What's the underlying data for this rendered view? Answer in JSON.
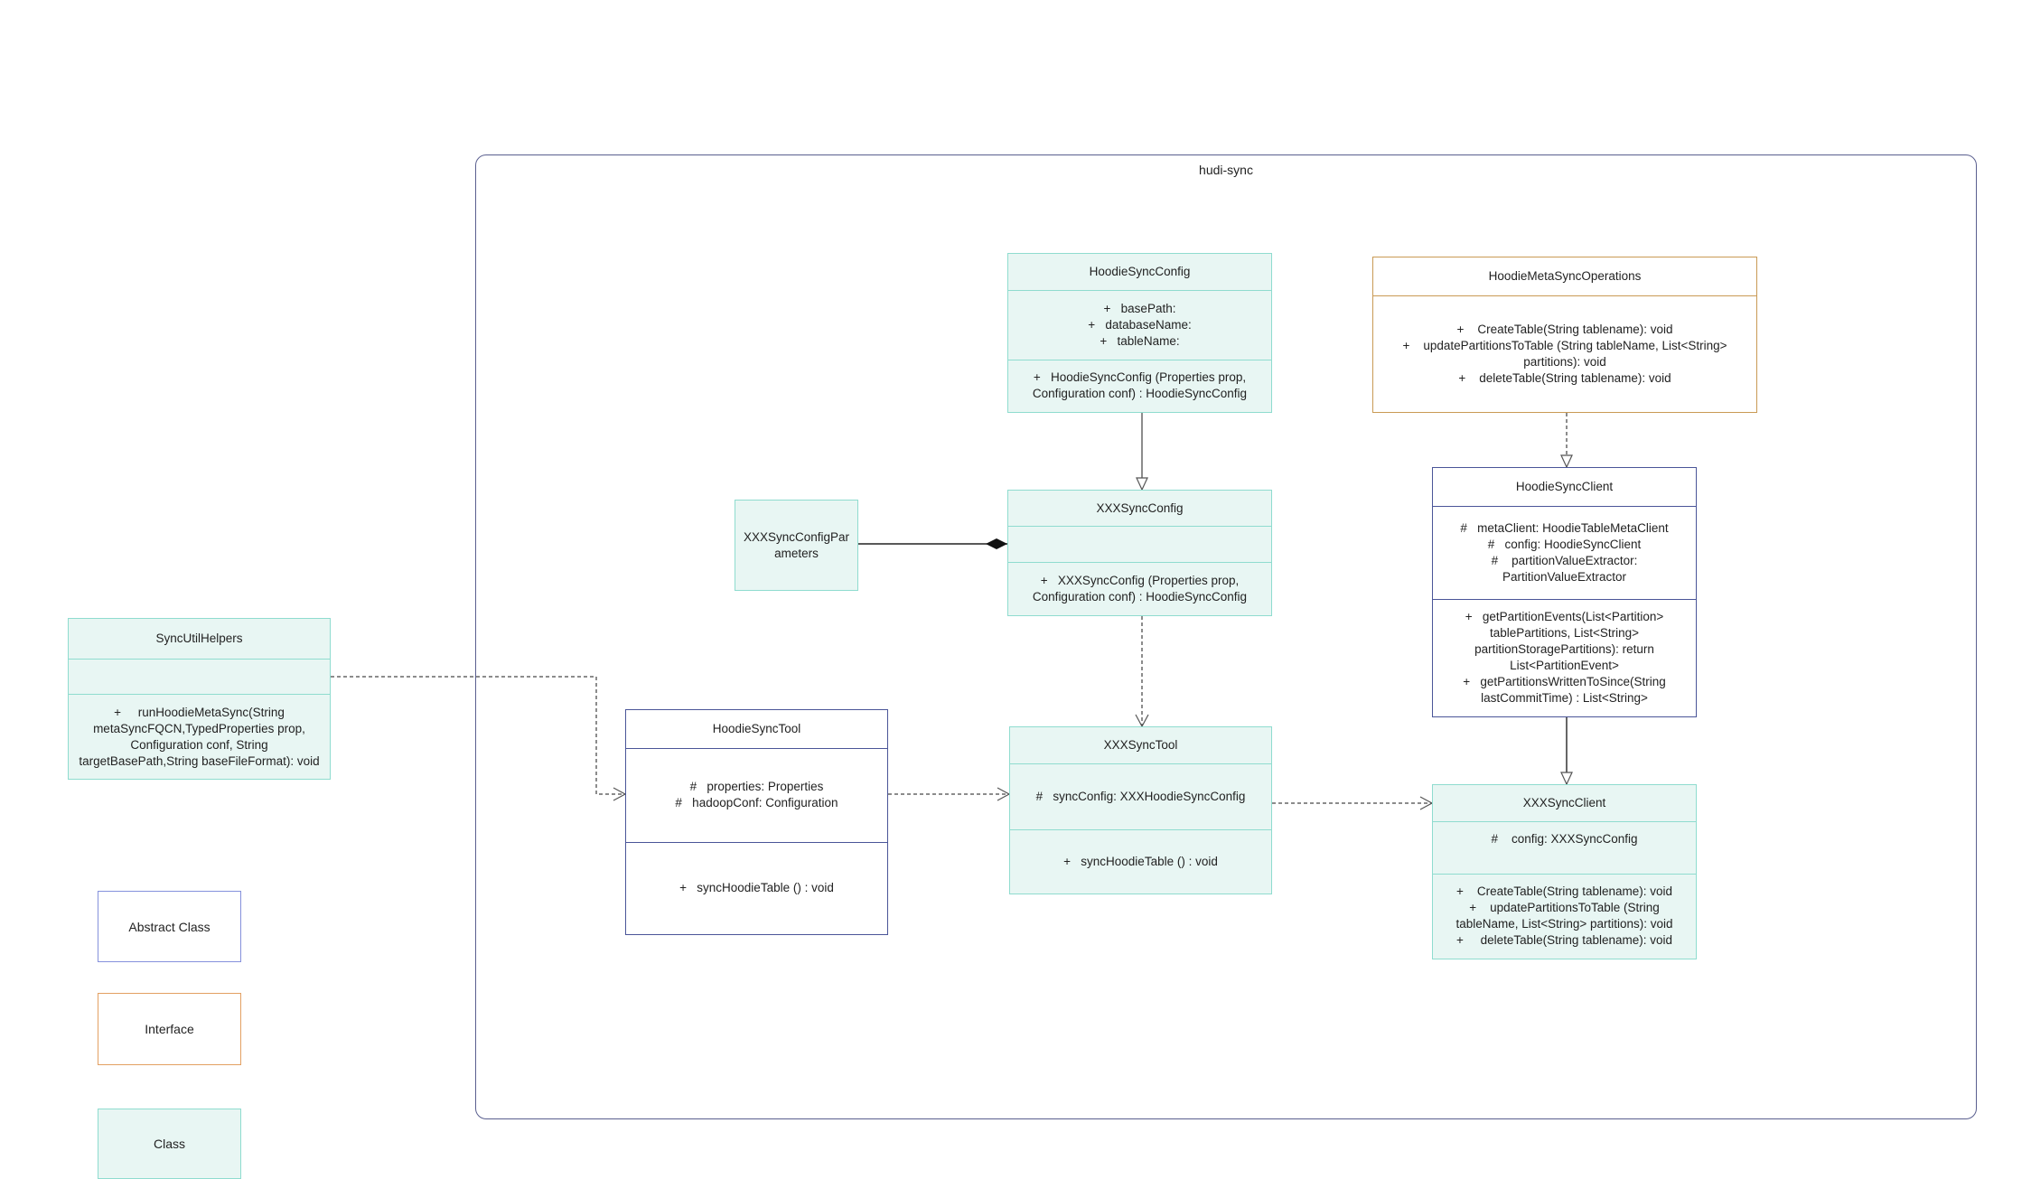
{
  "package": {
    "title": "hudi-sync"
  },
  "boxes": {
    "hoodie_sync_config": {
      "kind": "class",
      "title": "HoodieSyncConfig",
      "attributes": [
        "+   basePath:",
        "+   databaseName:",
        "+   tableName:"
      ],
      "methods": [
        "+   HoodieSyncConfig (Properties prop,",
        "Configuration conf) : HoodieSyncConfig"
      ]
    },
    "hoodie_meta_sync_operations": {
      "kind": "interface",
      "title": "HoodieMetaSyncOperations",
      "attributes": [],
      "methods": [
        "+    CreateTable(String tablename): void",
        "+    updatePartitionsToTable (String tableName, List<String>",
        "partitions): void",
        "+    deleteTable(String tablename): void"
      ]
    },
    "xxx_sync_config_parameters": {
      "kind": "class",
      "title": "XXXSyncConfigParameters",
      "single": [
        "XXXSyncConfigPar",
        "ameters"
      ]
    },
    "xxx_sync_config": {
      "kind": "class",
      "title": "XXXSyncConfig",
      "attributes": [],
      "methods": [
        "+   XXXSyncConfig (Properties prop,",
        "Configuration conf) : HoodieSyncConfig"
      ]
    },
    "hoodie_sync_client": {
      "kind": "abstract",
      "title": "HoodieSyncClient",
      "attributes": [
        "#   metaClient: HoodieTableMetaClient",
        "#   config: HoodieSyncClient",
        "#    partitionValueExtractor:",
        "PartitionValueExtractor"
      ],
      "methods": [
        "+   getPartitionEvents(List<Partition>",
        "tablePartitions, List<String>",
        "partitionStoragePartitions): return",
        "List<PartitionEvent>",
        "+   getPartitionsWrittenToSince(String",
        "lastCommitTime) : List<String>"
      ]
    },
    "sync_util_helpers": {
      "kind": "class",
      "title": "SyncUtilHelpers",
      "attributes": [],
      "methods": [
        "+     runHoodieMetaSync(String",
        "metaSyncFQCN,TypedProperties prop,",
        "Configuration conf, String",
        "targetBasePath,String baseFileFormat): void"
      ]
    },
    "hoodie_sync_tool": {
      "kind": "abstract",
      "title": "HoodieSyncTool",
      "attributes": [
        "#   properties: Properties",
        "#   hadoopConf: Configuration"
      ],
      "methods": [
        "+   syncHoodieTable () : void"
      ]
    },
    "xxx_sync_tool": {
      "kind": "class",
      "title": "XXXSyncTool",
      "attributes": [
        "#   syncConfig: XXXHoodieSyncConfig"
      ],
      "methods": [
        "+   syncHoodieTable () : void"
      ]
    },
    "xxx_sync_client": {
      "kind": "class",
      "title": "XXXSyncClient",
      "attributes": [
        "#    config: XXXSyncConfig",
        ""
      ],
      "methods": [
        "+    CreateTable(String tablename): void",
        "+    updatePartitionsToTable (String",
        "tableName, List<String> partitions): void",
        "+     deleteTable(String tablename): void"
      ]
    }
  },
  "legend": [
    {
      "label": "Abstract Class",
      "kind": "abstract"
    },
    {
      "label": "Interface",
      "kind": "interface"
    },
    {
      "label": "Class",
      "kind": "class"
    }
  ],
  "colors": {
    "class_fill": "#e8f6f3",
    "class_border": "#8fdccf",
    "abstract_border": "#4a5598",
    "interface_border": "#c99a55",
    "legend_abstract": "#8591dc",
    "legend_interface": "#e3a062"
  }
}
